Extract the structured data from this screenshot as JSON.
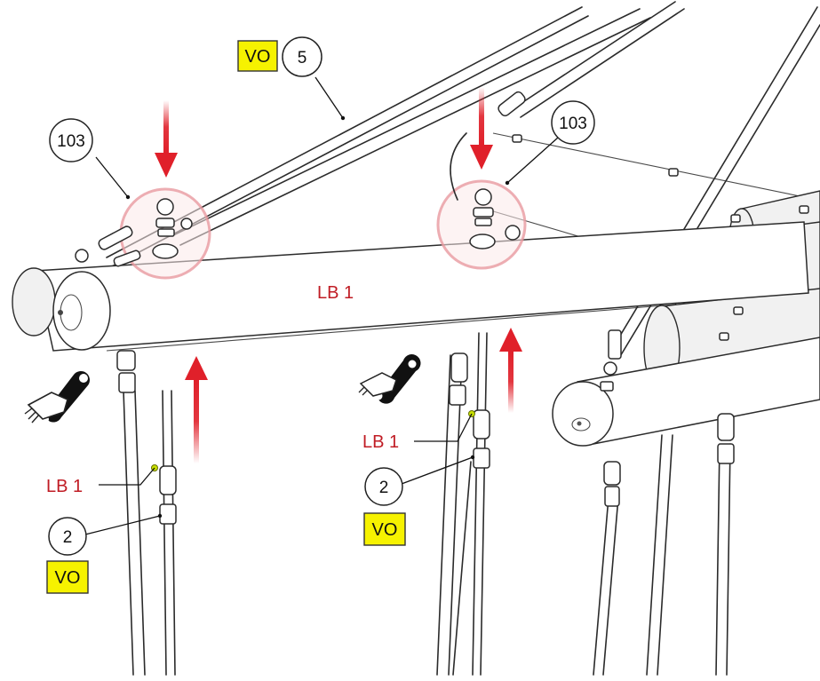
{
  "callouts": {
    "part_103_left": "103",
    "part_103_right": "103",
    "part_5": "5",
    "part_2_left": "2",
    "part_2_right": "2"
  },
  "tags": {
    "vo_top": "VO",
    "vo_left": "VO",
    "vo_right": "VO"
  },
  "labels": {
    "lb1_beam": "LB 1",
    "lb1_left": "LB 1",
    "lb1_right": "LB 1"
  },
  "icons": {
    "arrow": "red-arrow-icon",
    "wrench": "wrench-hand-icon",
    "marker": "yellow-dot-icon"
  },
  "colors": {
    "arrow_red": "#e0202a",
    "label_red": "#c01c24",
    "vo_yellow": "#f6f200",
    "highlight_pink": "#e89aa0"
  }
}
